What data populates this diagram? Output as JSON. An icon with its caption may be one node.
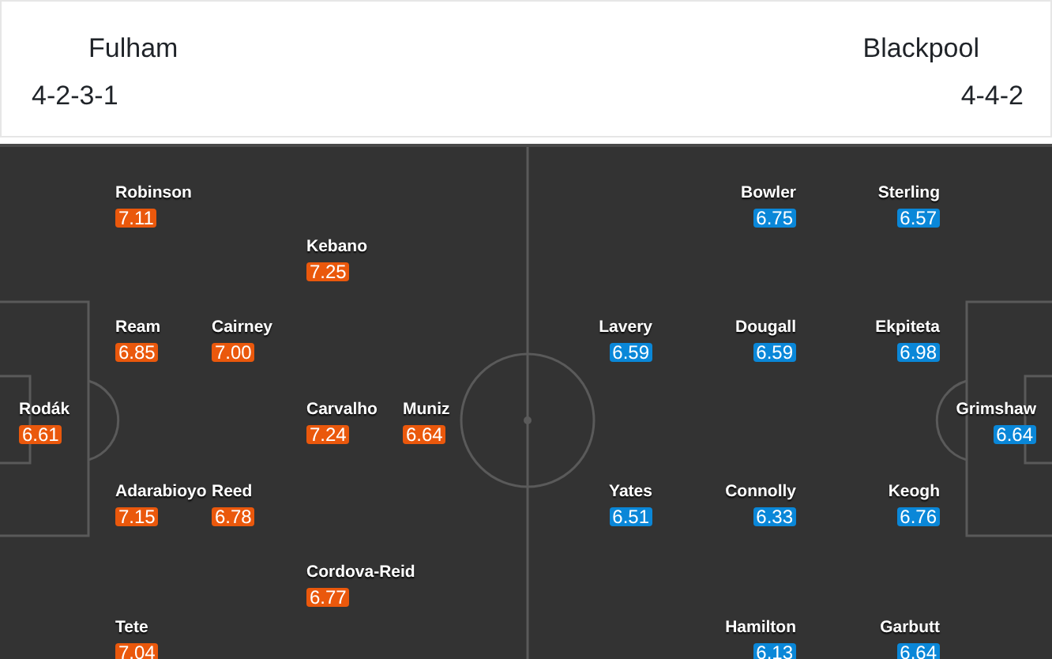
{
  "diagram": {
    "nodes": [
      {
        "text": [
          "Fulham",
          "4-2-3-1",
          "Blackpool",
          "4-4-2"
        ]
      },
      {
        "text": [
          "6.61"
        ],
        "beside": [
          "Rodák"
        ]
      },
      {
        "text": [
          "7.11"
        ],
        "beside": [
          "Robinson"
        ]
      },
      {
        "text": [
          "6.85"
        ],
        "beside": [
          "Ream"
        ]
      },
      {
        "text": [
          "7.15"
        ],
        "beside": [
          "Adarabioyo"
        ]
      },
      {
        "text": [
          "7.04"
        ],
        "beside": [
          "Tete"
        ]
      },
      {
        "text": [
          "7.00"
        ],
        "beside": [
          "Cairney"
        ]
      },
      {
        "text": [
          "6.78"
        ],
        "beside": [
          "Reed"
        ]
      },
      {
        "text": [
          "7.25"
        ],
        "beside": [
          "Kebano"
        ]
      },
      {
        "text": [
          "7.24"
        ],
        "beside": [
          "Carvalho"
        ]
      },
      {
        "text": [
          "6.77"
        ],
        "beside": [
          "Cordova-Reid"
        ]
      },
      {
        "text": [
          "6.64"
        ],
        "beside": [
          "Muniz"
        ]
      },
      {
        "text": [
          "6.64"
        ],
        "beside": [
          "Grimshaw"
        ]
      },
      {
        "text": [
          "6.57"
        ],
        "beside": [
          "Sterling"
        ]
      },
      {
        "text": [
          "6.98"
        ],
        "beside": [
          "Ekpiteta"
        ]
      },
      {
        "text": [
          "6.76"
        ],
        "beside": [
          "Keogh"
        ]
      },
      {
        "text": [
          "6.64"
        ],
        "beside": [
          "Garbutt"
        ]
      },
      {
        "text": [
          "6.75"
        ],
        "beside": [
          "Bowler"
        ]
      },
      {
        "text": [
          "6.59"
        ],
        "beside": [
          "Dougall"
        ]
      },
      {
        "text": [
          "6.33"
        ],
        "beside": [
          "Connolly"
        ]
      },
      {
        "text": [
          "6.13"
        ],
        "beside": [
          "Hamilton"
        ]
      },
      {
        "text": [
          "6.59"
        ],
        "beside": [
          "Lavery"
        ]
      },
      {
        "text": [
          "6.51"
        ],
        "beside": [
          "Yates"
        ]
      }
    ]
  }
}
